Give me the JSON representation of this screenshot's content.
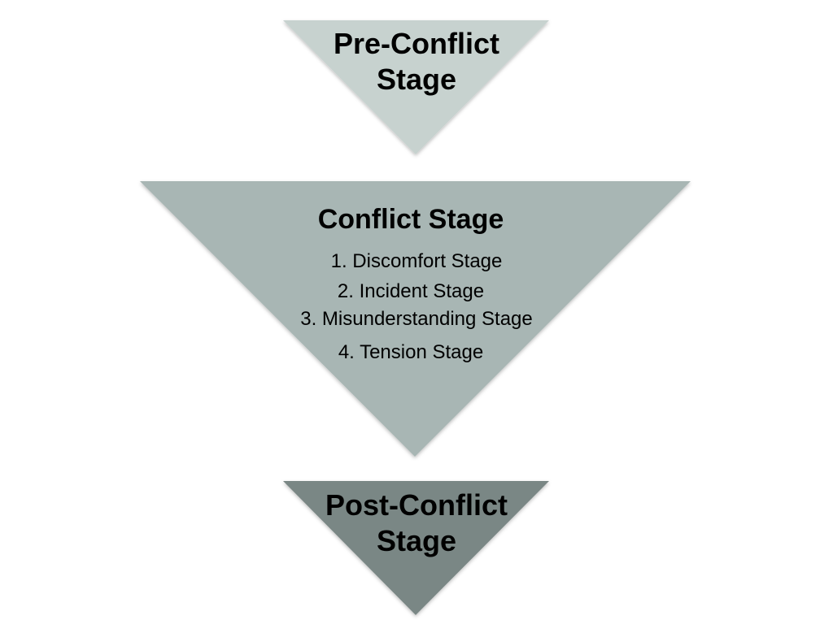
{
  "stages": [
    {
      "id": "pre",
      "title_line1": "Pre-Conflict",
      "title_line2": "Stage",
      "color": "#c7d2cf"
    },
    {
      "id": "conflict",
      "title": "Conflict Stage",
      "color": "#a8b6b4",
      "items": [
        "1. Discomfort Stage",
        "2. Incident Stage",
        "3. Misunderstanding Stage",
        "4. Tension Stage"
      ]
    },
    {
      "id": "post",
      "title_line1": "Post-Conflict",
      "title_line2": "Stage",
      "color": "#7a8785"
    }
  ]
}
